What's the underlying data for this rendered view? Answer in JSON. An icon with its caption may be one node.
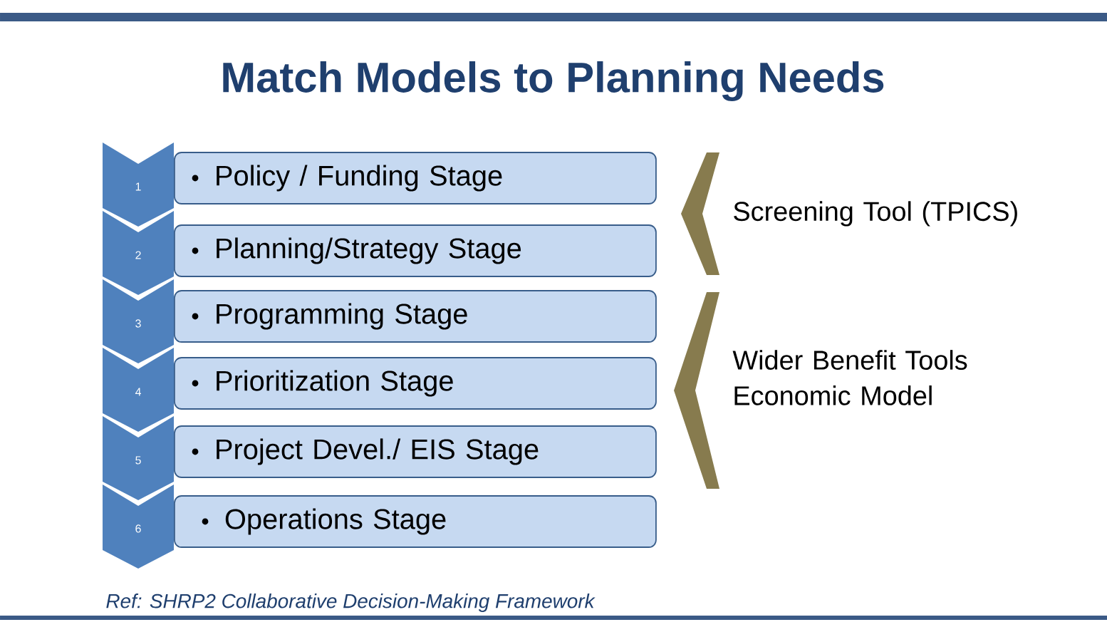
{
  "diagram": {
    "title": "Match Models to Planning Needs",
    "nodes": [
      {
        "text": [
          "Policy / Funding Stage"
        ]
      },
      {
        "text": [
          "Planning/Strategy Stage"
        ]
      },
      {
        "text": [
          "Programming Stage"
        ]
      },
      {
        "text": [
          "Prioritization Stage"
        ]
      },
      {
        "text": [
          "Project Devel./ EIS Stage"
        ]
      },
      {
        "text": [
          "Operations Stage"
        ]
      },
      {
        "text": [],
        "shape": "chevron",
        "beside": [
          "Screening Tool (TPICS)"
        ]
      },
      {
        "text": [],
        "shape": "chevron",
        "beside": [
          "Wider Benefit Tools Economic Model"
        ]
      }
    ],
    "labels": [
      "1",
      "2",
      "3",
      "4",
      "5",
      "6"
    ],
    "caption": "Ref: SHRP2 Collaborative Decision-Making Framework"
  }
}
